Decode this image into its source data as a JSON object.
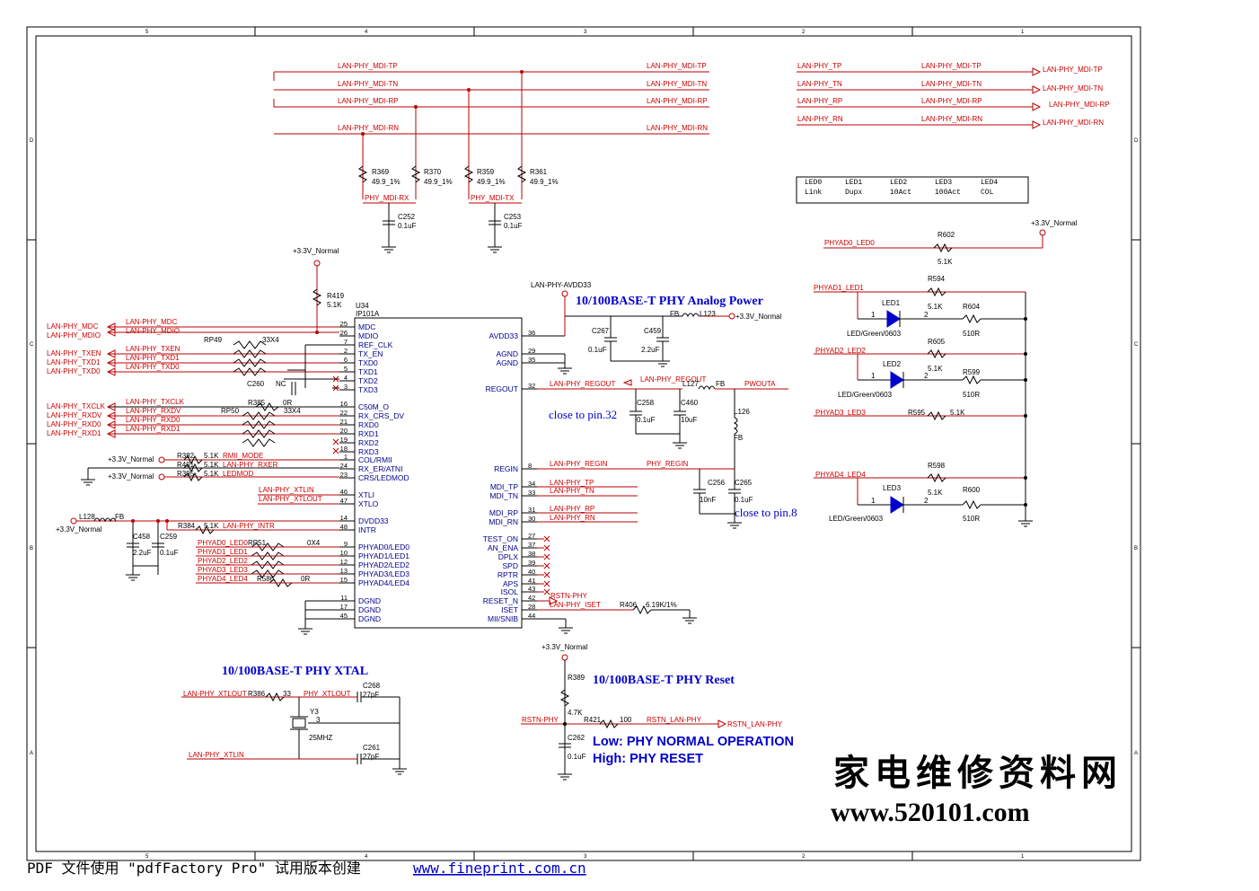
{
  "frame": {
    "cols_top": [
      "5",
      "4",
      "3",
      "2",
      "1"
    ],
    "cols_bottom": [
      "5",
      "4",
      "3",
      "2",
      "1"
    ],
    "rows_left": [
      "D",
      "C",
      "B",
      "A"
    ],
    "rows_right": [
      "D",
      "C",
      "B",
      "A"
    ]
  },
  "headings": {
    "analog": "10/100BASE-T PHY Analog Power",
    "xtal": "10/100BASE-T PHY XTAL",
    "reset": "10/100BASE-T PHY Reset"
  },
  "notes": {
    "pin32": "close to pin.32",
    "pin8": "close to pin.8",
    "low": "Low:  PHY NORMAL OPERATION",
    "high": "High: PHY RESET"
  },
  "watermark": {
    "cn": "家电维修资料网",
    "url": "www.520101.com"
  },
  "footer": {
    "text": "PDF 文件使用 \"pdfFactory Pro\" 试用版本创建 ",
    "link": "www.fineprint.com.cn"
  },
  "led_table": {
    "headers": [
      "LED0",
      "LED1",
      "LED2",
      "LED3",
      "LED4"
    ],
    "values": [
      "Link",
      "Dupx",
      "10Act",
      "100Act",
      "COL"
    ]
  },
  "ic": {
    "ref": "U34",
    "part": "IP101A",
    "left_pins": [
      {
        "num": "25",
        "name": "MDC"
      },
      {
        "num": "26",
        "name": "MDIO"
      },
      {
        "num": "7",
        "name": "REF_CLK"
      },
      {
        "num": "2",
        "name": "TX_EN"
      },
      {
        "num": "6",
        "name": "TXD0"
      },
      {
        "num": "5",
        "name": "TXD1"
      },
      {
        "num": "4",
        "name": "TXD2"
      },
      {
        "num": "3",
        "name": "TXD3"
      },
      {
        "num": "16",
        "name": "C50M_O"
      },
      {
        "num": "22",
        "name": "RX_CRS_DV"
      },
      {
        "num": "21",
        "name": "RXD0"
      },
      {
        "num": "20",
        "name": "RXD1"
      },
      {
        "num": "19",
        "name": "RXD2"
      },
      {
        "num": "18",
        "name": "RXD3"
      },
      {
        "num": "1",
        "name": "COL/RMII"
      },
      {
        "num": "24",
        "name": "RX_ER/ATNI"
      },
      {
        "num": "23",
        "name": "CRS/LEDMOD"
      },
      {
        "num": "46",
        "name": "XTLI"
      },
      {
        "num": "47",
        "name": "XTLO"
      },
      {
        "num": "14",
        "name": "DVDD33"
      },
      {
        "num": "48",
        "name": "INTR"
      },
      {
        "num": "9",
        "name": "PHYAD0/LED0"
      },
      {
        "num": "10",
        "name": "PHYAD1/LED1"
      },
      {
        "num": "12",
        "name": "PHYAD2/LED2"
      },
      {
        "num": "13",
        "name": "PHYAD3/LED3"
      },
      {
        "num": "15",
        "name": "PHYAD4/LED4"
      },
      {
        "num": "11",
        "name": "DGND"
      },
      {
        "num": "17",
        "name": "DGND"
      },
      {
        "num": "45",
        "name": "DGND"
      }
    ],
    "right_pins": [
      {
        "num": "36",
        "name": "AVDD33"
      },
      {
        "num": "29",
        "name": "AGND"
      },
      {
        "num": "35",
        "name": "AGND"
      },
      {
        "num": "32",
        "name": "REGOUT"
      },
      {
        "num": "8",
        "name": "REGIN"
      },
      {
        "num": "34",
        "name": "MDI_TP"
      },
      {
        "num": "33",
        "name": "MDI_TN"
      },
      {
        "num": "31",
        "name": "MDI_RP"
      },
      {
        "num": "30",
        "name": "MDI_RN"
      },
      {
        "num": "27",
        "name": "TEST_ON"
      },
      {
        "num": "37",
        "name": "AN_ENA"
      },
      {
        "num": "38",
        "name": "DPLX"
      },
      {
        "num": "39",
        "name": "SPD"
      },
      {
        "num": "40",
        "name": "RPTR"
      },
      {
        "num": "41",
        "name": "APS"
      },
      {
        "num": "43",
        "name": "ISOL"
      },
      {
        "num": "42",
        "name": "RESET_N"
      },
      {
        "num": "28",
        "name": "ISET"
      },
      {
        "num": "44",
        "name": "MII/SNIB"
      }
    ]
  },
  "nets": {
    "mdi_tp": "LAN-PHY_MDI-TP",
    "mdi_tn": "LAN-PHY_MDI-TN",
    "mdi_rp": "LAN-PHY_MDI-RP",
    "mdi_rn": "LAN-PHY_MDI-RN",
    "phy_tp": "LAN-PHY_TP",
    "phy_tn": "LAN-PHY_TN",
    "phy_rp": "LAN-PHY_RP",
    "phy_rn": "LAN-PHY_RN",
    "mdc": "LAN-PHY_MDC",
    "mdio": "LAN-PHY_MDIO",
    "txen": "LAN-PHY_TXEN",
    "txd1": "LAN-PHY_TXD1",
    "txd0": "LAN-PHY_TXD0",
    "txclk": "LAN-PHY_TXCLK",
    "rxdv": "LAN-PHY_RXDV",
    "rxd0": "LAN-PHY_RXD0",
    "rxd1": "LAN-PHY_RXD1",
    "rxer": "LAN-PHY_RXER",
    "rmii": "RMII_MODE",
    "ledmod": "LEDMOD",
    "xtlin": "LAN-PHY_XTLIN",
    "xtlout": "LAN-PHY_XTLOUT",
    "intr": "LAN-PHY_INTR",
    "phyad0": "PHYAD0_LED0",
    "phyad1": "PHYAD1_LED1",
    "phyad2": "PHYAD2_LED2",
    "phyad3": "PHYAD3_LED3",
    "phyad4": "PHYAD4_LED4",
    "avdd": "LAN-PHY-AVDD33",
    "regout": "LAN-PHY_REGOUT",
    "pwouta": "PWOUTA",
    "regin": "LAN-PHY_REGIN",
    "phy_regin": "PHY_REGIN",
    "rstn": "RSTN-PHY",
    "iset": "LAN-PHY_ISET",
    "rstn_lan": "RSTN_LAN-PHY",
    "phy_xtlout": "PHY_XTLOUT",
    "mdi_rx": "PHY_MDI-RX",
    "mdi_tx": "PHY_MDI-TX",
    "vcc": "+3.3V_Normal"
  },
  "parts": {
    "R369": "R369",
    "R369v": "49.9_1%",
    "R370": "R370",
    "R370v": "49.9_1%",
    "R359": "R359",
    "R359v": "49.9_1%",
    "R361": "R361",
    "R361v": "49.9_1%",
    "C252": "C252",
    "C252v": "0.1uF",
    "C253": "C253",
    "C253v": "0.1uF",
    "R419": "R419",
    "R419v": "5.1K",
    "RP49": "RP49",
    "RP49v": "33X4",
    "C260": "C260",
    "C260v": "NC",
    "R385": "R385",
    "R385v": "0R",
    "RP50": "RP50",
    "RP50v": "33X4",
    "R382": "R382",
    "R401": "R401",
    "R395": "R395",
    "r5k": "5.1K",
    "L128": "L128",
    "FB": "FB",
    "C458": "C458",
    "C458v": "2.2uF",
    "C259": "C259",
    "C259v": "0.1uF",
    "R384": "R384",
    "RP51": "RP51",
    "RP51v": "0X4",
    "R586": "R586",
    "R586v": "0R",
    "C267": "C267",
    "C267v": "0.1uF",
    "C459": "C459",
    "C459v": "2.2uF",
    "L123": "L123",
    "L127": "L127",
    "C258": "C258",
    "C258v": "0.1uF",
    "C460": "C460",
    "C460v": "10uF",
    "L126": "L126",
    "C256": "C256",
    "C256v": "10nF",
    "C265": "C265",
    "C265v": "0.1uF",
    "R406": "R406",
    "R406v": "6.19K/1%",
    "R602": "R602",
    "R602v": "5.1K",
    "R594": "R594",
    "R594v": "5.1K",
    "R604": "R604",
    "R604v": "510R",
    "LED1": "LED1",
    "LED1v": "LED/Green/0603",
    "R605": "R605",
    "R605v": "5.1K",
    "LED2": "LED2",
    "LED2v": "LED/Green/0603",
    "R599": "R599",
    "R599v": "510R",
    "R595": "R595",
    "R595v": "5.1K",
    "R598": "R598",
    "R598v": "5.1K",
    "LED3": "LED3",
    "LED3v": "LED/Green/0603",
    "R600": "R600",
    "R600v": "510R",
    "R386": "R386",
    "R386v": "33",
    "C268": "C268",
    "C268v": "27pF",
    "Y3": "Y3",
    "Y3v": "25MHZ",
    "C261": "C261",
    "C261v": "27pF",
    "R389": "R389",
    "R389v": "4.7K",
    "R421": "R421",
    "R421v": "100",
    "C262": "C262",
    "C262v": "0.1uF"
  }
}
